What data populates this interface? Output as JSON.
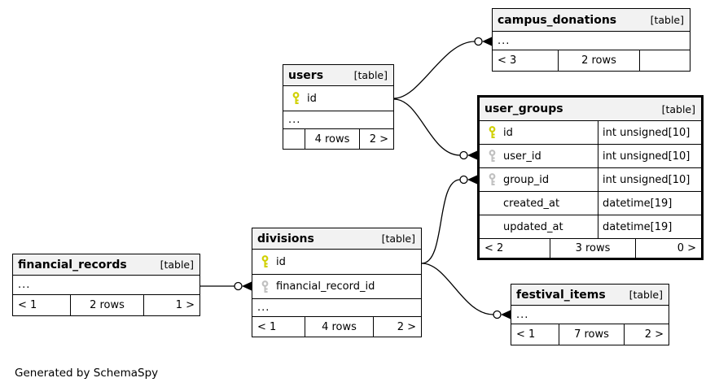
{
  "page": {
    "footer_note": "Generated by SchemaSpy"
  },
  "colors": {
    "header_bg": "#f2f2f2",
    "border": "#000000",
    "primary_key": "#d0d000",
    "foreign_key": "#c0c0c0"
  },
  "tables": {
    "campus_donations": {
      "name": "campus_donations",
      "type_label": "[table]",
      "ellipsis": "...",
      "footer": {
        "left": "< 3",
        "center": "2 rows",
        "right": ""
      }
    },
    "users": {
      "name": "users",
      "type_label": "[table]",
      "columns": [
        {
          "name": "id",
          "key": "primary"
        }
      ],
      "ellipsis": "...",
      "footer": {
        "left": "",
        "center": "4 rows",
        "right": "2 >"
      }
    },
    "user_groups": {
      "name": "user_groups",
      "type_label": "[table]",
      "columns": [
        {
          "name": "id",
          "key": "primary",
          "type": "int unsigned[10]"
        },
        {
          "name": "user_id",
          "key": "foreign",
          "type": "int unsigned[10]"
        },
        {
          "name": "group_id",
          "key": "foreign",
          "type": "int unsigned[10]"
        },
        {
          "name": "created_at",
          "key": "none",
          "type": "datetime[19]"
        },
        {
          "name": "updated_at",
          "key": "none",
          "type": "datetime[19]"
        }
      ],
      "footer": {
        "left": "< 2",
        "center": "3 rows",
        "right": "0 >"
      }
    },
    "divisions": {
      "name": "divisions",
      "type_label": "[table]",
      "columns": [
        {
          "name": "id",
          "key": "primary"
        },
        {
          "name": "financial_record_id",
          "key": "foreign"
        }
      ],
      "ellipsis": "...",
      "footer": {
        "left": "< 1",
        "center": "4 rows",
        "right": "2 >"
      }
    },
    "financial_records": {
      "name": "financial_records",
      "type_label": "[table]",
      "ellipsis": "...",
      "footer": {
        "left": "< 1",
        "center": "2 rows",
        "right": "1 >"
      }
    },
    "festival_items": {
      "name": "festival_items",
      "type_label": "[table]",
      "ellipsis": "...",
      "footer": {
        "left": "< 1",
        "center": "7 rows",
        "right": "2 >"
      }
    }
  },
  "relationships": [
    {
      "from": "users.id",
      "to": "campus_donations"
    },
    {
      "from": "users.id",
      "to": "user_groups.user_id"
    },
    {
      "from": "divisions.id",
      "to": "user_groups.group_id"
    },
    {
      "from": "divisions.id",
      "to": "festival_items"
    },
    {
      "from": "financial_records",
      "to": "divisions.financial_record_id"
    }
  ]
}
